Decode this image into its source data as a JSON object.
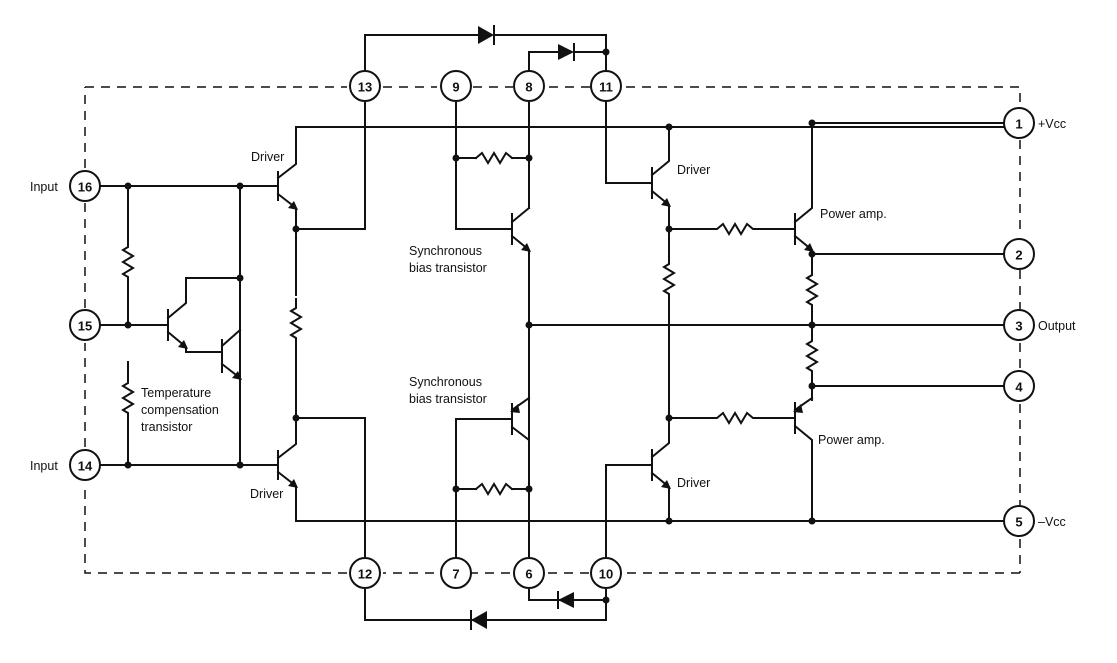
{
  "pins": {
    "p1": "1",
    "p2": "2",
    "p3": "3",
    "p4": "4",
    "p5": "5",
    "p6": "6",
    "p7": "7",
    "p8": "8",
    "p9": "9",
    "p10": "10",
    "p11": "11",
    "p12": "12",
    "p13": "13",
    "p14": "14",
    "p15": "15",
    "p16": "16"
  },
  "labels": {
    "input_top": "Input",
    "input_bottom": "Input",
    "vcc_pos": "+Vcc",
    "vcc_neg": "–Vcc",
    "output": "Output",
    "driver_left_top": "Driver",
    "driver_left_bottom": "Driver",
    "driver_right_top": "Driver",
    "driver_right_bottom": "Driver",
    "power_amp_top": "Power amp.",
    "power_amp_bottom": "Power amp.",
    "sync_bias_top_1": "Synchronous",
    "sync_bias_top_2": "bias transistor",
    "sync_bias_bottom_1": "Synchronous",
    "sync_bias_bottom_2": "bias transistor",
    "temp_comp_1": "Temperature",
    "temp_comp_2": "compensation",
    "temp_comp_3": "transistor"
  }
}
